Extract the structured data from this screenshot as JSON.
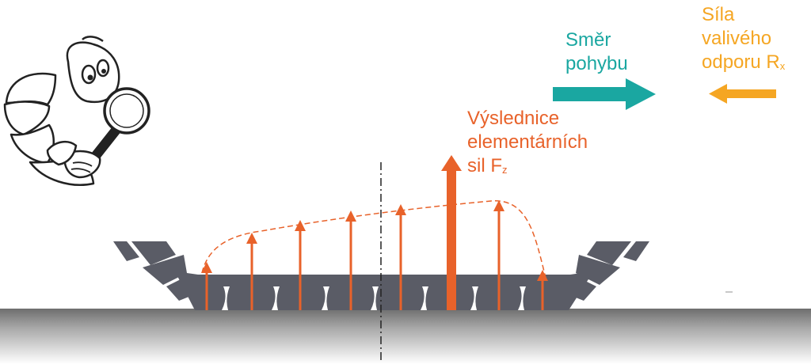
{
  "labels": {
    "direction_line1": "Směr",
    "direction_line2": "pohybu",
    "resistance_line1": "Síla",
    "resistance_line2": "valivého",
    "resistance_line3": "odporu R",
    "resistance_sub": "x",
    "resultant_line1": "Výslednice",
    "resultant_line2": "elementárních",
    "resultant_line3": "sil F",
    "resultant_sub": "z"
  },
  "colors": {
    "direction": "#1aa7a1",
    "resistance": "#f5a623",
    "force": "#e8622a",
    "tire": "#5a5c66",
    "road_top": "#8a8a8a",
    "road_bottom": "#ffffff",
    "axis": "#222222"
  },
  "icons": {
    "mascot": "michelin-man-with-magnifier"
  }
}
